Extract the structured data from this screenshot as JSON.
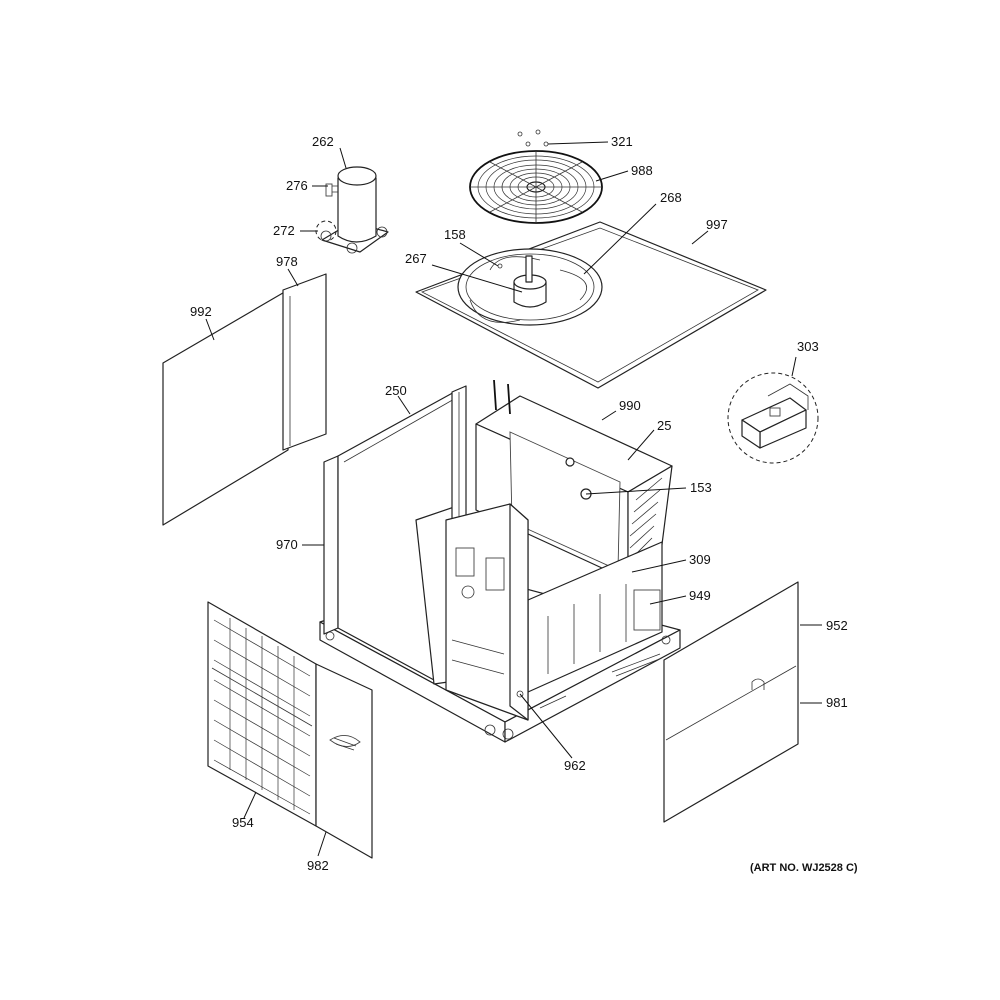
{
  "art_number": "(ART NO. WJ2528 C)",
  "callouts": {
    "c262": "262",
    "c276": "276",
    "c272": "272",
    "c321": "321",
    "c988": "988",
    "c268": "268",
    "c997": "997",
    "c158": "158",
    "c267": "267",
    "c978": "978",
    "c992": "992",
    "c303": "303",
    "c250": "250",
    "c990": "990",
    "c25": "25",
    "c153": "153",
    "c970": "970",
    "c309": "309",
    "c949": "949",
    "c952": "952",
    "c981": "981",
    "c962": "962",
    "c954": "954",
    "c982": "982"
  }
}
